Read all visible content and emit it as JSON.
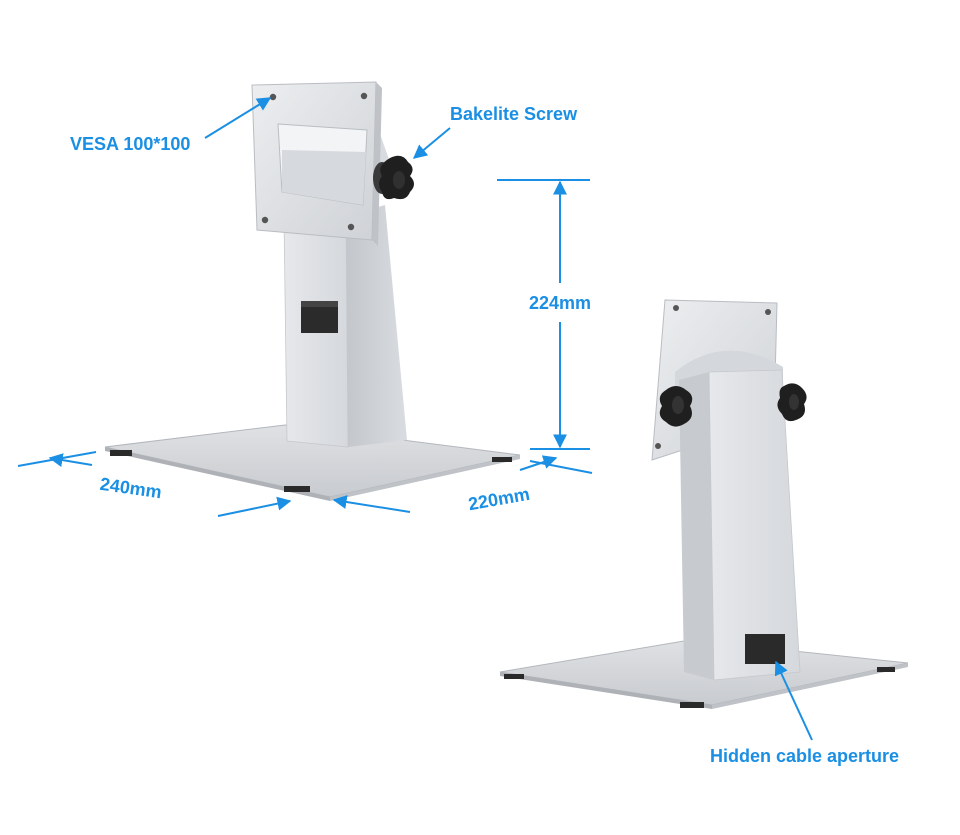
{
  "colors": {
    "accent": "#1a8fe3",
    "metal_light": "#e3e5e8",
    "metal_mid": "#cfd2d6",
    "metal_dark": "#b9bdc2",
    "knob": "#1f1f1f"
  },
  "labels": {
    "vesa": "VESA 100*100",
    "screw": "Bakelite Screw",
    "height": "224mm",
    "width": "240mm",
    "depth": "220mm",
    "cable": "Hidden cable aperture"
  }
}
